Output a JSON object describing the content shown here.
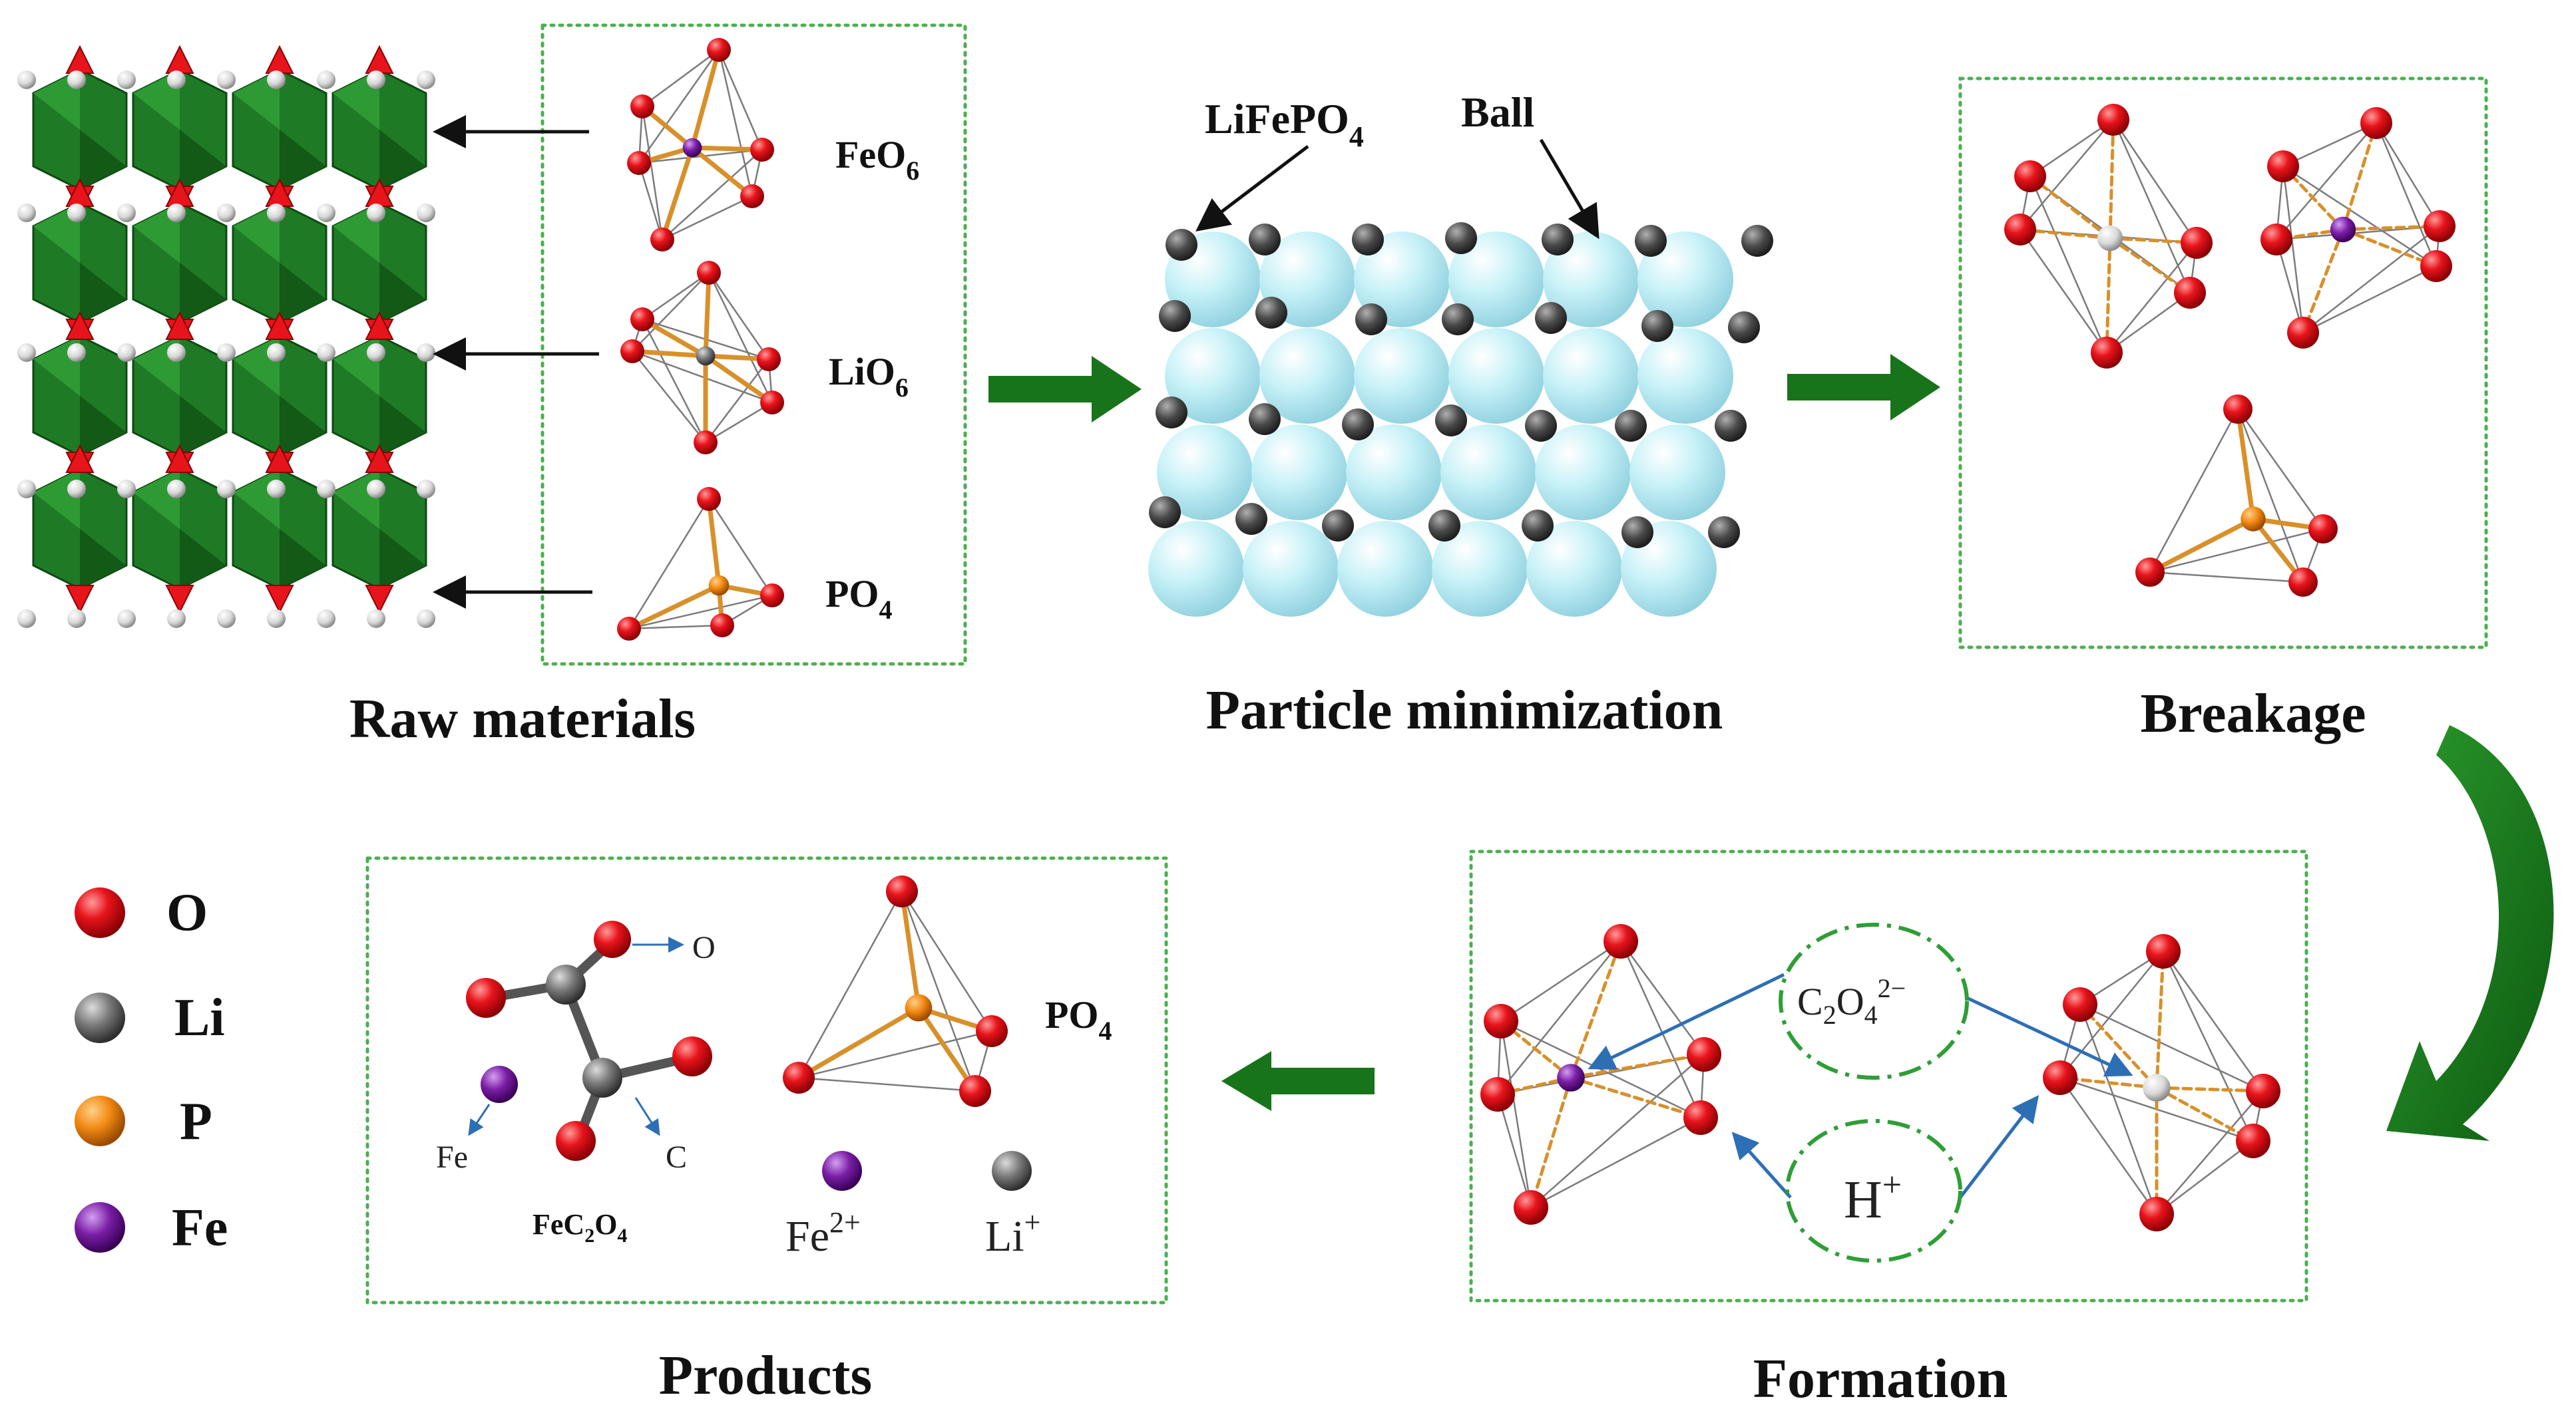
{
  "labels": {
    "raw_materials": "Raw materials",
    "particle_minimization": "Particle minimization",
    "breakage": "Breakage",
    "formation": "Formation",
    "products": "Products"
  },
  "raw": {
    "feo6_main": "FeO",
    "feo6_sub": "6",
    "lio6_main": "LiO",
    "lio6_sub": "6",
    "po4_main": "PO",
    "po4_sub": "4"
  },
  "mill": {
    "lifepo4_main": "LiFePO",
    "lifepo4_sub": "4",
    "ball": "Ball"
  },
  "formation": {
    "c2o4_a": "C",
    "c2o4_b": "2",
    "c2o4_c": "O",
    "c2o4_d": "4",
    "c2o4_e": "2−",
    "h_main": "H",
    "h_sup": "+"
  },
  "products": {
    "o": "O",
    "fe": "Fe",
    "c": "C",
    "fec2o4_a": "FeC",
    "fec2o4_b": "2",
    "fec2o4_c": "O",
    "fec2o4_d": "4",
    "po4_main": "PO",
    "po4_sub": "4",
    "fe2_main": "Fe",
    "fe2_sup": "2+",
    "li_main": "Li",
    "li_sup": "+"
  },
  "legend": [
    {
      "label": "O",
      "color": "#e8141b"
    },
    {
      "label": "Li",
      "color": "#6f6f6f"
    },
    {
      "label": "P",
      "color": "#f28a14"
    },
    {
      "label": "Fe",
      "color": "#7a1fa6"
    }
  ],
  "colors": {
    "green_arrow": "#18741a",
    "dotted_border": "#4caf50",
    "particle": "#bfeef6",
    "ball": "#4a4a4a",
    "octahedron": "#1f7a26",
    "tetrahedron": "#e8141b"
  }
}
